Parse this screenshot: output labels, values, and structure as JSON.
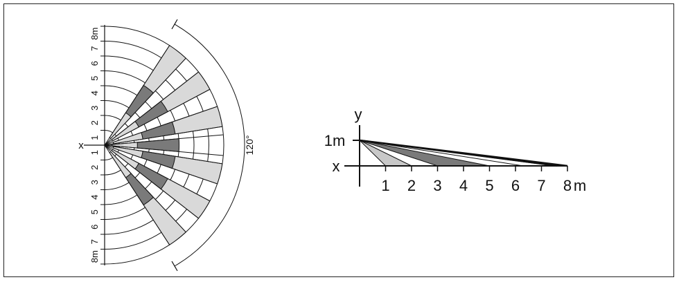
{
  "top_view": {
    "x_label": "x",
    "distance_labels": [
      "1",
      "2",
      "3",
      "4",
      "5",
      "6",
      "7",
      "8m"
    ],
    "angle_label": "120°",
    "colors": {
      "dark": "#7a7a7a",
      "light": "#d9d9d9",
      "line": "#111111"
    }
  },
  "side_view": {
    "y_label": "y",
    "x_label": "x",
    "height_label": "1m",
    "x_ticks": [
      "1",
      "2",
      "3",
      "4",
      "5",
      "6",
      "7",
      "8"
    ],
    "x_unit": "m",
    "colors": {
      "dark": "#7a7a7a",
      "light": "#c8c8c8",
      "line": "#111111"
    }
  }
}
